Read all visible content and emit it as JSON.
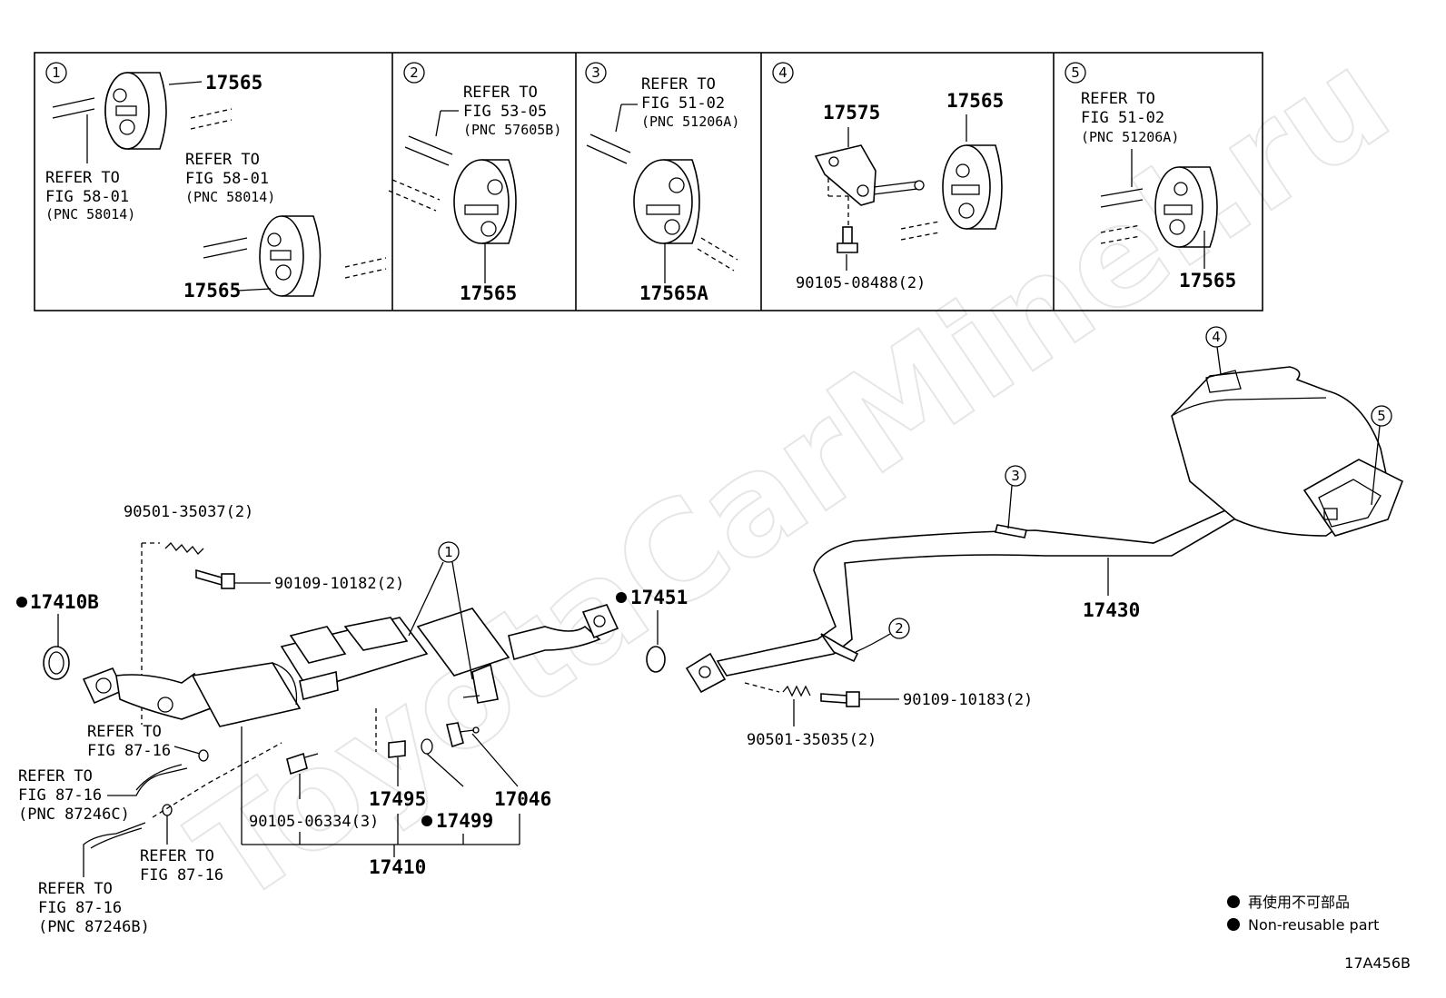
{
  "watermark": "ToyotaCarMinel.ru",
  "panels": [
    {
      "num": "1",
      "labels": [
        "17565",
        "REFER TO",
        "FIG 58-01",
        "(PNC 58014)",
        "REFER TO",
        "FIG 58-01",
        "(PNC 58014)",
        "17565"
      ]
    },
    {
      "num": "2",
      "labels": [
        "REFER TO",
        "FIG 53-05",
        "(PNC 57605B)",
        "17565"
      ]
    },
    {
      "num": "3",
      "labels": [
        "REFER TO",
        "FIG 51-02",
        "(PNC 51206A)",
        "17565A"
      ]
    },
    {
      "num": "4",
      "labels": [
        "17575",
        "17565",
        "90105-08488(2)"
      ]
    },
    {
      "num": "5",
      "labels": [
        "REFER TO",
        "FIG 51-02",
        "(PNC 51206A)",
        "17565"
      ]
    }
  ],
  "main": {
    "front": {
      "p_90501_35037": "90501-35037(2)",
      "p_90109_10182": "90109-10182(2)",
      "p_17410b": "17410B",
      "p_17451": "17451",
      "callout_1": "1",
      "refer_a": [
        "REFER TO",
        "FIG 87-16"
      ],
      "refer_b": [
        "REFER TO",
        "FIG 87-16",
        "(PNC 87246C)"
      ],
      "refer_c": [
        "REFER TO",
        "FIG 87-16"
      ],
      "refer_d": [
        "REFER TO",
        "FIG 87-16",
        "(PNC 87246B)"
      ],
      "p_90105_06334": "90105-06334(3)",
      "p_17495": "17495",
      "p_17499": "17499",
      "p_17046": "17046",
      "p_17410": "17410"
    },
    "rear": {
      "callout_2": "2",
      "callout_3": "3",
      "callout_4": "4",
      "callout_5": "5",
      "p_17430": "17430",
      "p_90109_10183": "90109-10183(2)",
      "p_90501_35035": "90501-35035(2)"
    }
  },
  "legend": {
    "jp": "再使用不可部品",
    "en": "Non-reusable part"
  },
  "figure_code": "17A456B"
}
